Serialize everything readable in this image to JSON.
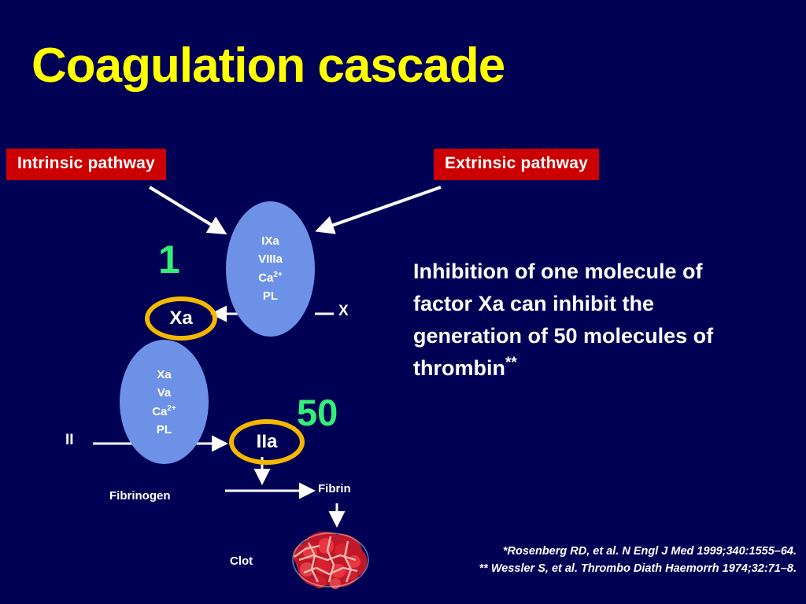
{
  "slide": {
    "title": "Coagulation cascade",
    "background_color": "#000055",
    "title_color": "#FFFF00"
  },
  "pathways": {
    "intrinsic_label": "Intrinsic pathway",
    "extrinsic_label": "Extrinsic pathway",
    "box_color": "#CC0000"
  },
  "complexes": [
    {
      "id": "tenase",
      "fill_color": "#6E91E8",
      "factors": [
        "IXa",
        "VIIIa",
        "Ca",
        "PL"
      ],
      "ca_superscript": "2+"
    },
    {
      "id": "prothrombinase",
      "fill_color": "#6E91E8",
      "factors": [
        "Xa",
        "Va",
        "Ca",
        "PL"
      ],
      "ca_superscript": "2+"
    }
  ],
  "nodes": {
    "xa_label": "Xa",
    "iia_label": "IIa",
    "ring_color": "#F5B800"
  },
  "amplification": {
    "first": "1",
    "second": "50",
    "color": "#33EE77"
  },
  "io_labels": {
    "factor_x": "X",
    "factor_ii": "II",
    "fibrinogen": "Fibrinogen",
    "fibrin": "Fibrin",
    "clot": "Clot"
  },
  "explanation": {
    "text": "Inhibition of one molecule of factor Xa can inhibit the generation of 50 molecules of thrombin",
    "footnote_marker": "**"
  },
  "citations": {
    "line1": "*Rosenberg RD, et al. N Engl J Med 1999;340:1555–64.",
    "line2": "** Wessler S, et al. Thrombo Diath Haemorrh 1974;32:71–8."
  },
  "icons": {
    "clot": "blood-clot-illustration"
  }
}
